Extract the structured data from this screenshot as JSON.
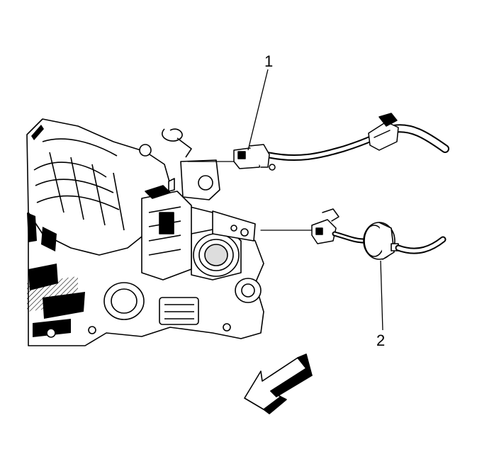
{
  "diagram": {
    "callouts": [
      {
        "id": "1",
        "label": "1"
      },
      {
        "id": "2",
        "label": "2"
      }
    ],
    "colors": {
      "line": "#000000",
      "fill": "#ffffff",
      "shade": "#d9d9d9",
      "dark": "#555555"
    },
    "icons": {
      "direction_arrow": "front-direction-arrow-icon"
    }
  }
}
